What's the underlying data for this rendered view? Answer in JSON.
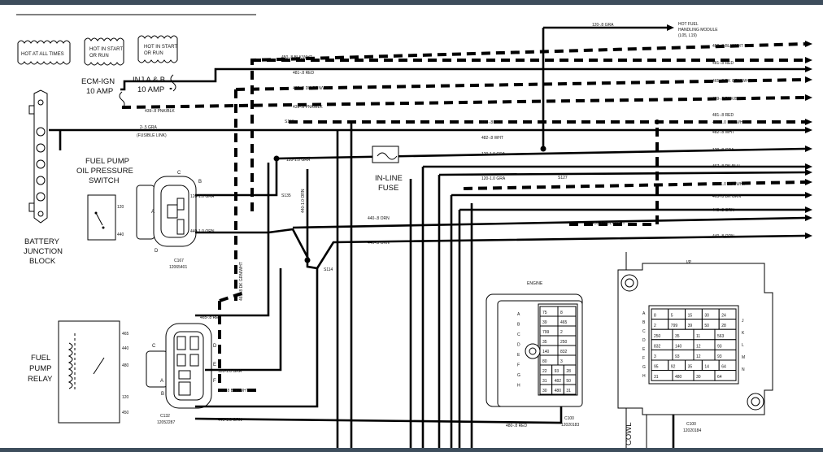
{
  "legend": {
    "hot_at_all_times": "HOT AT ALL TIMES",
    "hot_start_run_1": [
      "HOT IN START",
      "OR RUN"
    ],
    "hot_start_run_2": [
      "HOT IN START",
      "OR RUN"
    ]
  },
  "fuses": {
    "ecm_ign": [
      "ECM-IGN",
      "10 AMP"
    ],
    "inj": [
      "INJ A & B",
      "10 AMP"
    ],
    "inline": [
      "IN-LINE",
      "FUSE"
    ]
  },
  "components": {
    "battery_junction_block": [
      "BATTERY",
      "JUNCTION",
      "BLOCK"
    ],
    "fuel_pump_switch": [
      "FUEL PUMP",
      "OIL PRESSURE",
      "SWITCH"
    ],
    "fuel_pump_relay": [
      "FUEL",
      "PUMP",
      "RELAY"
    ],
    "hot_fuel_module": [
      "HOT FUEL",
      "HANDLING MODULE",
      "(L05, L19)"
    ],
    "engine_label": "ENGINE",
    "ip_label": "I/P",
    "cowl_label": "COWL"
  },
  "connectors": {
    "c167": [
      "C167",
      "12065401"
    ],
    "c132": [
      "C132",
      "12052287"
    ],
    "c100_engine": [
      "C100",
      "12020183"
    ],
    "c100_ip": [
      "C100",
      "12020184"
    ]
  },
  "splices": {
    "s153": "S153",
    "s135": "S135",
    "s114": "S114",
    "s127": "S127"
  },
  "wires": {
    "w120_gra_top": "120-.8 GRA",
    "w450_blk_wht_top": "450-.8 BLK/WHT",
    "w481_red": "481-.8 RED",
    "w465_dk_grn_wht": "465-.8 DK GRN/WHT",
    "w439_pnk_blk_c": "439-.8 PNK/BLK",
    "w439_pnk_blk_l": "439-.8 PNK/BLK",
    "w2_gra": "2-.5 GRA",
    "fusible_link": "(FUSIBLE LINK)",
    "r450_blk_wht": "450-.8 BLK/WHT",
    "r481_red": "481-.8 RED",
    "r465_dk_grn_wht": "465-.8 DK GRN/WHT",
    "r439_pnk_blk": "439-.8 PNK/BLK",
    "r481_red_b": "481-.8 RED",
    "r450_blk_wht_b": "450-1.0 BLK/WHT",
    "r482_wht": "482-.8 WHT",
    "r120_gra": "120-.8 GRA",
    "r467_dk_blu": "467-.8 DK BLU",
    "r450_blk_wht_c": "450-1.0 BLK/WHT",
    "r465_dk_grn": "465-.8 DK GRN",
    "r440_orn": "440-.8 ORN",
    "r440_orn_b": "440-.8 ORN",
    "m481_red": "481-.8 RED",
    "m482_wht": "482-.8 WHT",
    "m120_gra": "120-1.0 GRA",
    "m120_gra_b": "120-1.0 GRA",
    "m440_orn": "440-.8 ORN",
    "m450_blk_wht": "450-1.0 BLK/WHT",
    "m440_orn_b": "440-.8 ORN",
    "s120_gra": "120-1.0 GRA",
    "v440_orn": "440-1.0 ORN",
    "p120_gra": "120-1.0 GRA",
    "p440_orn": "440-1.0 ORN",
    "v465_dk_grn": "465-.8 DK GRN/WHT",
    "rl465_red": "465-.8 RED",
    "rl120_gra": "120-1.0 GRA",
    "rl450_blk_wht": "450-.8 BLK/WHT",
    "rl440_orn": "440-1.0 ORN",
    "b480_red": "480-.8 RED"
  },
  "pin_letters": {
    "switch": [
      "C",
      "B",
      "A",
      "D"
    ],
    "switch_side": [
      "120",
      "440"
    ],
    "relay_side": [
      "465",
      "440",
      "480",
      "120",
      "450"
    ],
    "relay_conn": [
      "C",
      "D",
      "E",
      "A",
      "B",
      "F"
    ]
  },
  "engine_grid": [
    [
      "75",
      "8"
    ],
    [
      "39",
      "465"
    ],
    [
      "799",
      "2"
    ],
    [
      "35",
      "250"
    ],
    [
      "140",
      "832"
    ],
    [
      "80",
      "3"
    ],
    [
      "22",
      "93",
      "28"
    ],
    [
      "31",
      "482",
      "50"
    ],
    [
      "30",
      "480",
      "31"
    ]
  ],
  "engine_left_letters": [
    "A",
    "B",
    "C",
    "D",
    "E",
    "F",
    "G",
    "H"
  ],
  "ip_grid": [
    [
      "8",
      "5",
      "15",
      "30",
      "24"
    ],
    [
      "2",
      "799",
      "39",
      "50",
      "28"
    ],
    [
      "250",
      "35",
      "11",
      "563"
    ],
    [
      "832",
      "140",
      "12",
      "93"
    ],
    [
      "3",
      "93",
      "12",
      "93"
    ],
    [
      "95",
      "92",
      "35",
      "14",
      "64"
    ],
    [
      "31",
      "480",
      "30",
      "64"
    ]
  ],
  "ip_left_letters": [
    "A",
    "B",
    "C",
    "D",
    "E",
    "F",
    "G",
    "H"
  ],
  "ip_right_letters": [
    "J",
    "K",
    "L",
    "M",
    "N"
  ]
}
